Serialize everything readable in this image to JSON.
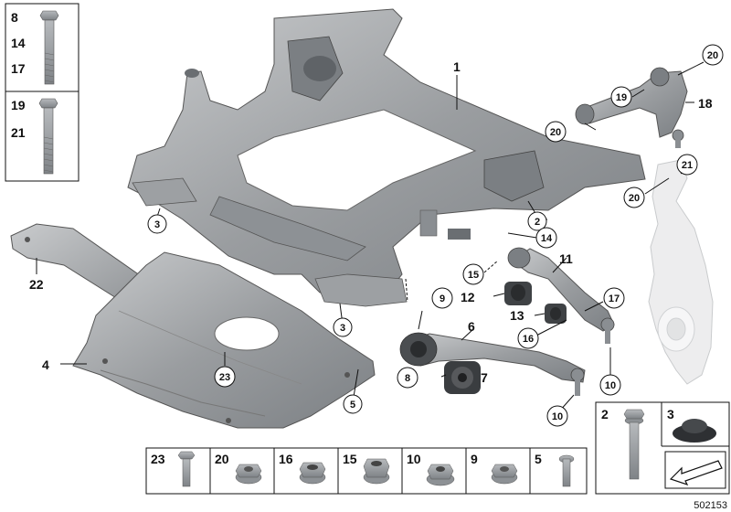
{
  "diagram_id": "502153",
  "callouts": {
    "p1": "1",
    "p2": "2",
    "p3a": "3",
    "p3b": "3",
    "p4": "4",
    "p5": "5",
    "p6": "6",
    "p7": "7",
    "p8": "8",
    "p9": "9",
    "p10a": "10",
    "p10b": "10",
    "p11": "11",
    "p12": "12",
    "p13": "13",
    "p14": "14",
    "p15": "15",
    "p16": "16",
    "p17": "17",
    "p18": "18",
    "p19": "19",
    "p20a": "20",
    "p20b": "20",
    "p20c": "20",
    "p21": "21",
    "p22": "22",
    "p23": "23"
  },
  "inset_top": {
    "labels": [
      "8",
      "14",
      "17"
    ]
  },
  "inset_mid": {
    "labels": [
      "19",
      "21"
    ]
  },
  "legend_bottom": [
    "23",
    "20",
    "16",
    "15",
    "10",
    "9",
    "5"
  ],
  "legend_right": [
    "2",
    "3"
  ],
  "colors": {
    "part_fill": "#a9acaf",
    "part_dark": "#6f7377",
    "part_light": "#d3d5d7",
    "line": "#111111",
    "knuckle": "#e8e9ea"
  }
}
